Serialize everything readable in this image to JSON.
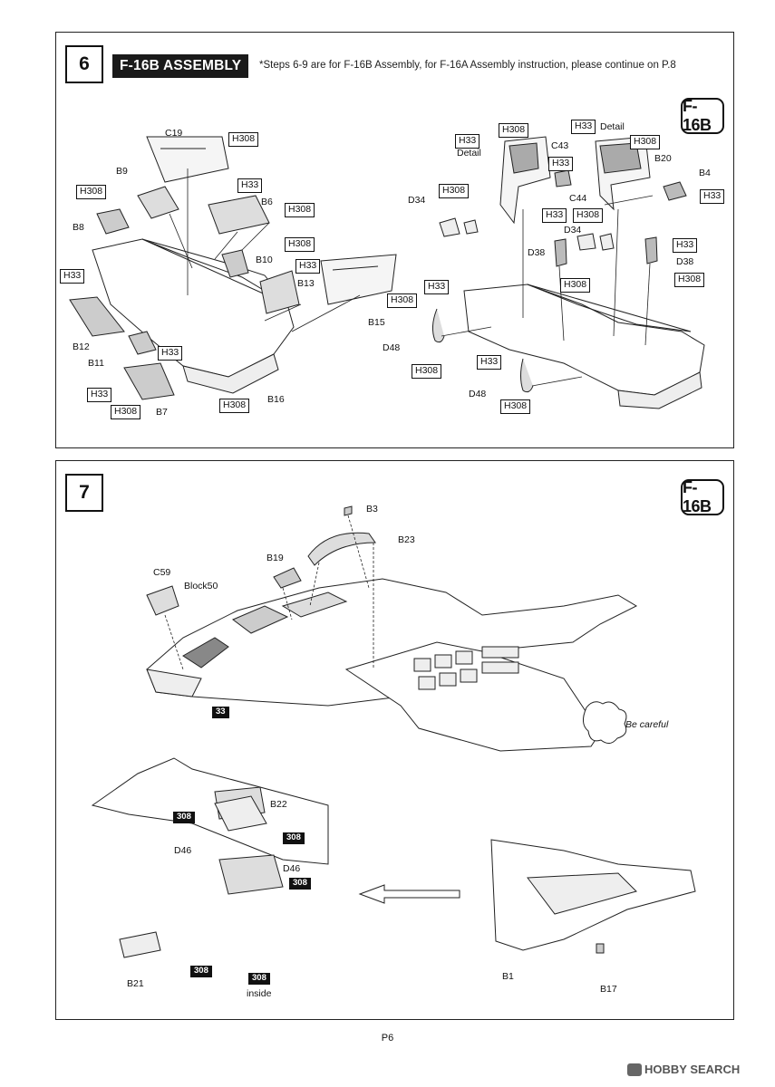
{
  "step6": {
    "number": "6",
    "title": "F-16B ASSEMBLY",
    "note": "*Steps 6-9 are for F-16B Assembly, for F-16A Assembly instruction, please continue on P.8",
    "badge": "F-16B",
    "labels": {
      "c19": "C19",
      "b9": "B9",
      "b6": "B6",
      "b8": "B8",
      "b10": "B10",
      "b13": "B13",
      "b15": "B15",
      "b12": "B12",
      "b11": "B11",
      "b16": "B16",
      "b7": "B7",
      "c43": "C43",
      "b20": "B20",
      "b4": "B4",
      "d34a": "D34",
      "d34b": "D34",
      "c44": "C44",
      "d38a": "D38",
      "d38b": "D38",
      "d48a": "D48",
      "d48b": "D48",
      "detail": "Detail"
    },
    "boxes": {
      "h308": "H308",
      "h33": "H33"
    }
  },
  "step7": {
    "number": "7",
    "badge": "F-16B",
    "labels": {
      "b3": "B3",
      "b23": "B23",
      "b19": "B19",
      "c59": "C59",
      "block50": "Block50",
      "be_careful": "Be careful",
      "b22": "B22",
      "d46a": "D46",
      "d46b": "D46",
      "b21": "B21",
      "inside": "inside",
      "b1": "B1",
      "b17": "B17"
    },
    "black_labels": {
      "n33": "33",
      "n308": "308"
    }
  },
  "footer": {
    "page": "P6"
  },
  "watermark": {
    "text": "HOBBY SEARCH"
  }
}
